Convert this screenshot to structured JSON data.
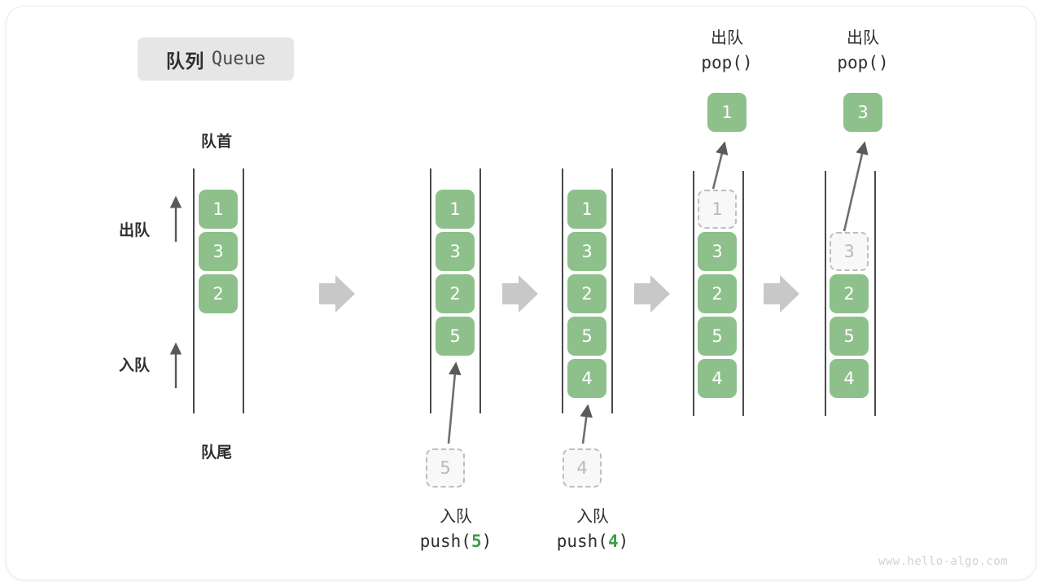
{
  "diagram": {
    "title_cn": "队列",
    "title_en": "Queue",
    "head_label": "队首",
    "tail_label": "队尾",
    "dequeue_label": "出队",
    "enqueue_label": "入队",
    "watermark": "www.hello-algo.com",
    "accent_green": "#8ec08c",
    "ghost_gray": "#bdbdbd",
    "rail_gray": "#4a4a4a",
    "step_arrow_gray": "#c8c8c8",
    "badge_bg": "#e6e6e6",
    "arg_color": "#3f9b49"
  },
  "columns": [
    {
      "id": "state-initial",
      "cells": [
        {
          "value": "1",
          "state": "solid"
        },
        {
          "value": "3",
          "state": "solid"
        },
        {
          "value": "2",
          "state": "solid"
        }
      ]
    },
    {
      "id": "state-after-push-5",
      "cells": [
        {
          "value": "1",
          "state": "solid"
        },
        {
          "value": "3",
          "state": "solid"
        },
        {
          "value": "2",
          "state": "solid"
        },
        {
          "value": "5",
          "state": "solid"
        }
      ],
      "incoming": {
        "value": "5",
        "state": "ghost"
      }
    },
    {
      "id": "state-after-push-4",
      "cells": [
        {
          "value": "1",
          "state": "solid"
        },
        {
          "value": "3",
          "state": "solid"
        },
        {
          "value": "2",
          "state": "solid"
        },
        {
          "value": "5",
          "state": "solid"
        },
        {
          "value": "4",
          "state": "solid"
        }
      ],
      "incoming": {
        "value": "4",
        "state": "ghost"
      }
    },
    {
      "id": "state-after-pop-1",
      "cells": [
        {
          "value": "1",
          "state": "ghost"
        },
        {
          "value": "3",
          "state": "solid"
        },
        {
          "value": "2",
          "state": "solid"
        },
        {
          "value": "5",
          "state": "solid"
        },
        {
          "value": "4",
          "state": "solid"
        }
      ],
      "outgoing": {
        "value": "1",
        "state": "solid"
      }
    },
    {
      "id": "state-after-pop-3",
      "cells": [
        {
          "value": "3",
          "state": "ghost"
        },
        {
          "value": "2",
          "state": "solid"
        },
        {
          "value": "5",
          "state": "solid"
        },
        {
          "value": "4",
          "state": "solid"
        }
      ],
      "outgoing": {
        "value": "3",
        "state": "solid"
      }
    }
  ],
  "operations": {
    "push_5": {
      "cn": "入队",
      "code_prefix": "push(",
      "arg": "5",
      "code_suffix": ")"
    },
    "push_4": {
      "cn": "入队",
      "code_prefix": "push(",
      "arg": "4",
      "code_suffix": ")"
    },
    "pop_1": {
      "cn": "出队",
      "code": "pop()"
    },
    "pop_3": {
      "cn": "出队",
      "code": "pop()"
    }
  }
}
